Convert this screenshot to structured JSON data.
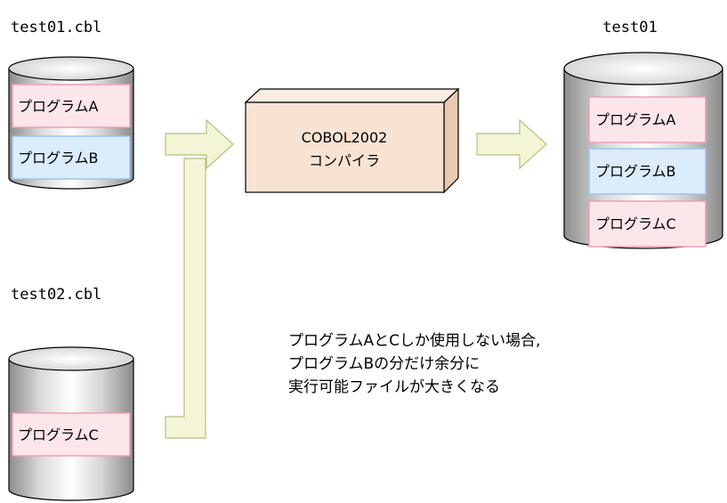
{
  "files": {
    "file1": {
      "label": "test01.cbl",
      "programs": [
        "プログラムA",
        "プログラムB"
      ]
    },
    "file2": {
      "label": "test02.cbl",
      "programs": [
        "プログラムC"
      ]
    }
  },
  "compiler": {
    "line1": "COBOL2002",
    "line2": "コンパイラ"
  },
  "output": {
    "label": "test01",
    "programs": [
      "プログラムA",
      "プログラムB",
      "プログラムC"
    ]
  },
  "note": {
    "lines": [
      "プログラムAとCしか使用しない場合,",
      "プログラムBの分だけ余分に",
      "実行可能ファイルが大きくなる"
    ]
  },
  "colors": {
    "red_fill": "#fde6ea",
    "red_stroke": "#f0a0b0",
    "blue_fill": "#dcecfb",
    "blue_stroke": "#9cc3ea",
    "arrow_fill": "#f3f5d6",
    "arrow_stroke": "#b8bf80",
    "compiler_fill": "#f8e3d3",
    "compiler_side": "#e9c9b0"
  }
}
